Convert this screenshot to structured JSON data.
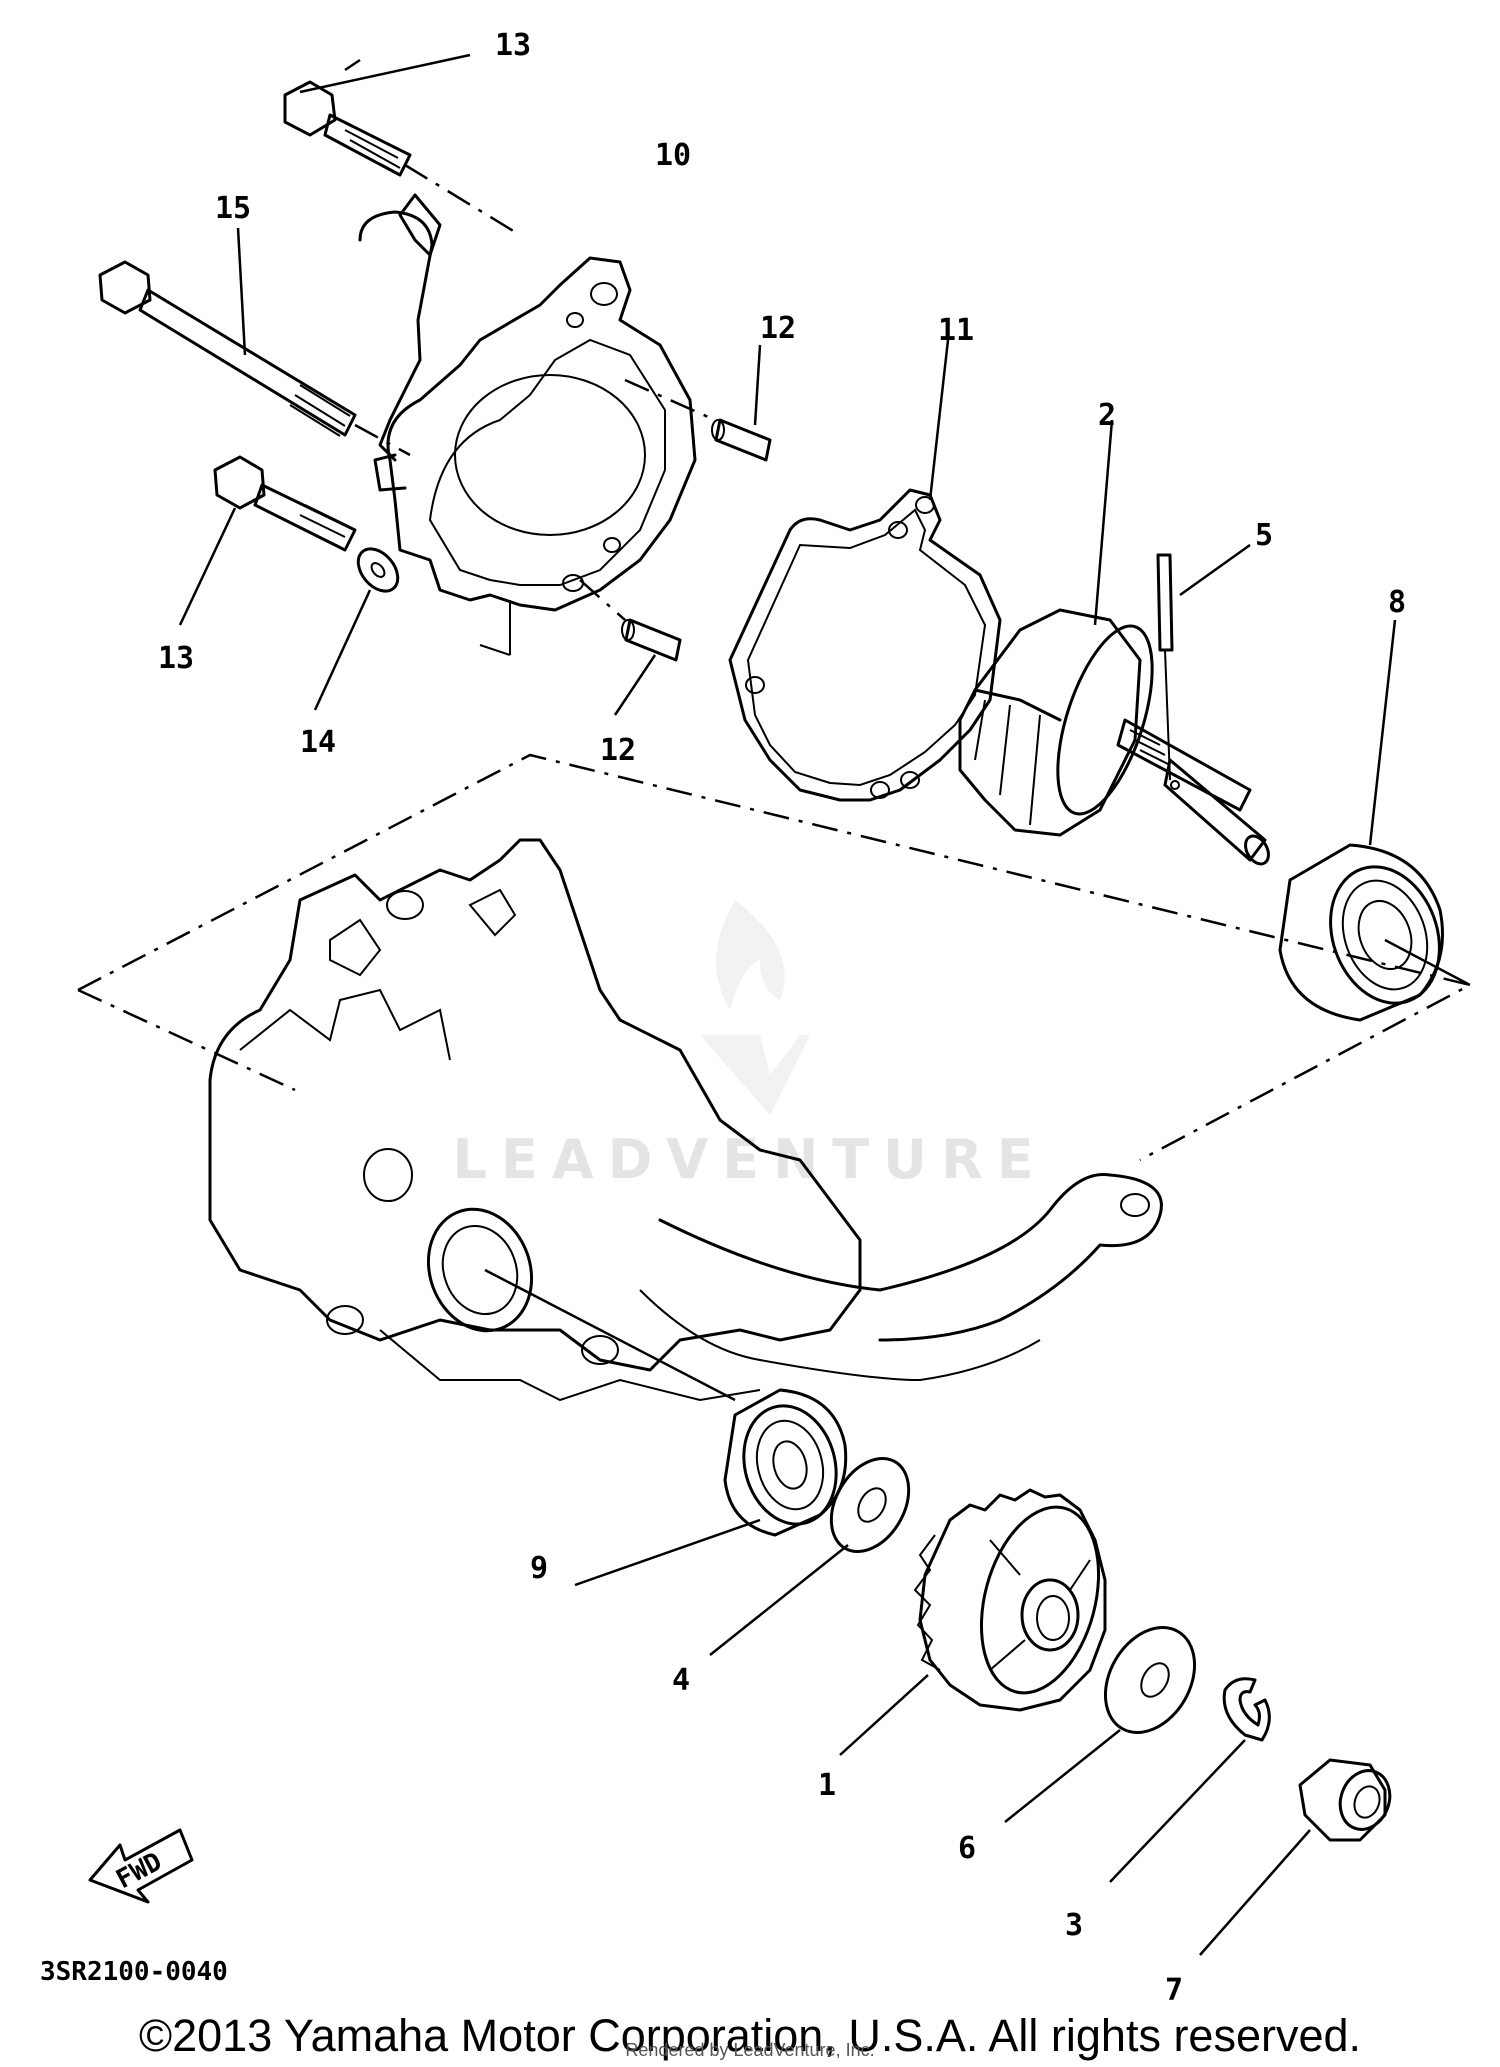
{
  "callouts": {
    "c13_top": "13",
    "c10": "10",
    "c15": "15",
    "c12_top": "12",
    "c11": "11",
    "c2": "2",
    "c5": "5",
    "c8": "8",
    "c13_bottom": "13",
    "c14": "14",
    "c12_bottom": "12",
    "c9": "9",
    "c4": "4",
    "c1": "1",
    "c6": "6",
    "c3": "3",
    "c7": "7"
  },
  "fwd_label": "FWD",
  "diagram_code": "3SR2100-0040",
  "watermark": "LEADVENTURE",
  "copyright": "©2013 Yamaha Motor Corporation, U.S.A. All rights reserved.",
  "rendered_by": "Rendered by LeadVenture, Inc."
}
